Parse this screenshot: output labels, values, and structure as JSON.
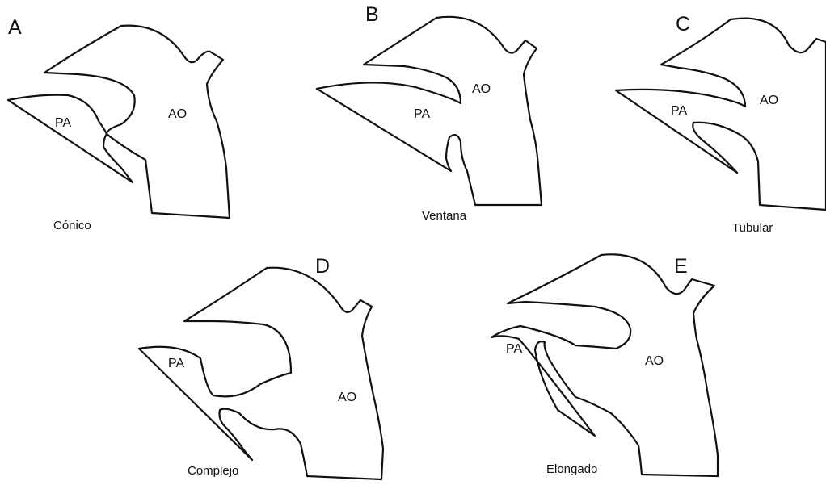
{
  "panels": [
    {
      "letter": "A",
      "pa": "PA",
      "ao": "AO",
      "caption": "Cónico"
    },
    {
      "letter": "B",
      "pa": "PA",
      "ao": "AO",
      "caption": "Ventana"
    },
    {
      "letter": "C",
      "pa": "PA",
      "ao": "AO",
      "caption": "Tubular"
    },
    {
      "letter": "D",
      "pa": "PA",
      "ao": "AO",
      "caption": "Complejo"
    },
    {
      "letter": "E",
      "pa": "PA",
      "ao": "AO",
      "caption": "Elongado"
    }
  ],
  "colors": {
    "stroke": "#111111",
    "background": "#ffffff"
  }
}
